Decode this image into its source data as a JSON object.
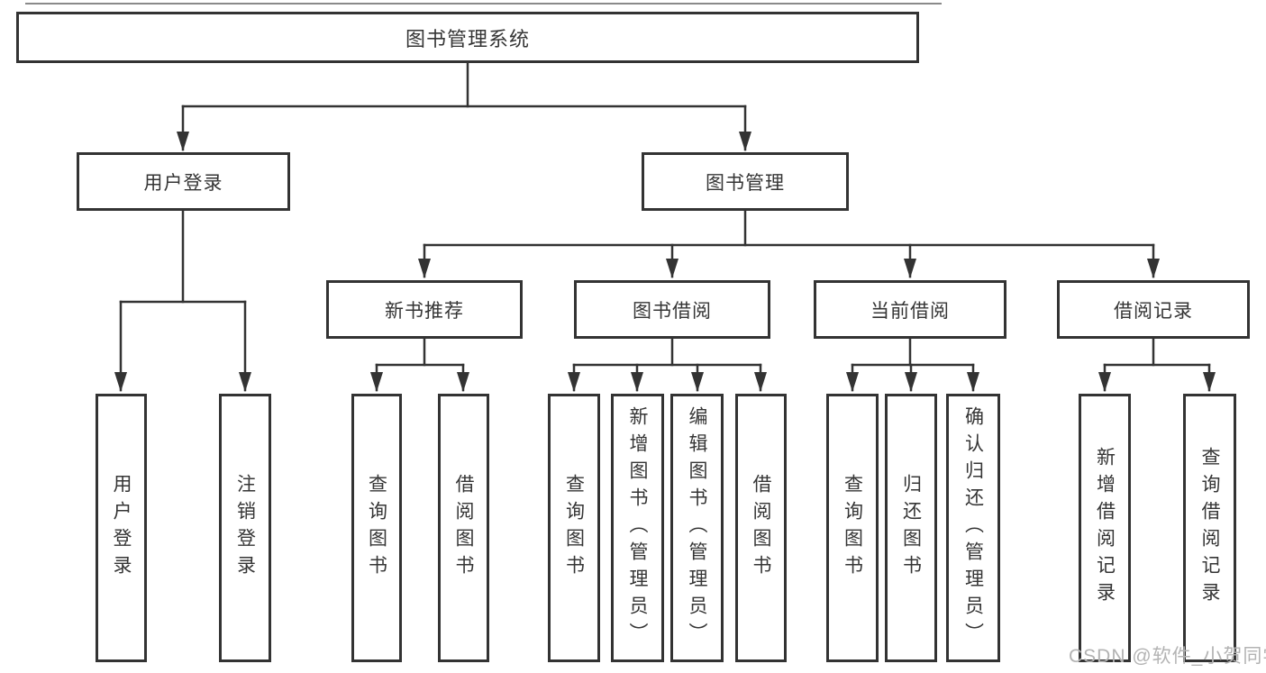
{
  "colors": {
    "line": "#333333",
    "box_border": "#333333",
    "text": "#353535",
    "background": "#ffffff",
    "watermark": "#b3b3b3"
  },
  "diagram": {
    "root": {
      "label": "图书管理系统"
    },
    "branches": [
      {
        "label": "用户登录",
        "children": [
          {
            "label": "用户登录"
          },
          {
            "label": "注销登录"
          }
        ]
      },
      {
        "label": "图书管理",
        "children": [
          {
            "label": "新书推荐",
            "children": [
              {
                "label": "查询图书"
              },
              {
                "label": "借阅图书"
              }
            ]
          },
          {
            "label": "图书借阅",
            "children": [
              {
                "label": "查询图书"
              },
              {
                "label": "新增图书（管理员）"
              },
              {
                "label": "编辑图书（管理员）"
              },
              {
                "label": "借阅图书"
              }
            ]
          },
          {
            "label": "当前借阅",
            "children": [
              {
                "label": "查询图书"
              },
              {
                "label": "归还图书"
              },
              {
                "label": "确认归还（管理员）"
              }
            ]
          },
          {
            "label": "借阅记录",
            "children": [
              {
                "label": "新增借阅记录"
              },
              {
                "label": "查询借阅记录"
              }
            ]
          }
        ]
      }
    ]
  },
  "watermark": {
    "text": "CSDN @软件_小贺同学"
  }
}
